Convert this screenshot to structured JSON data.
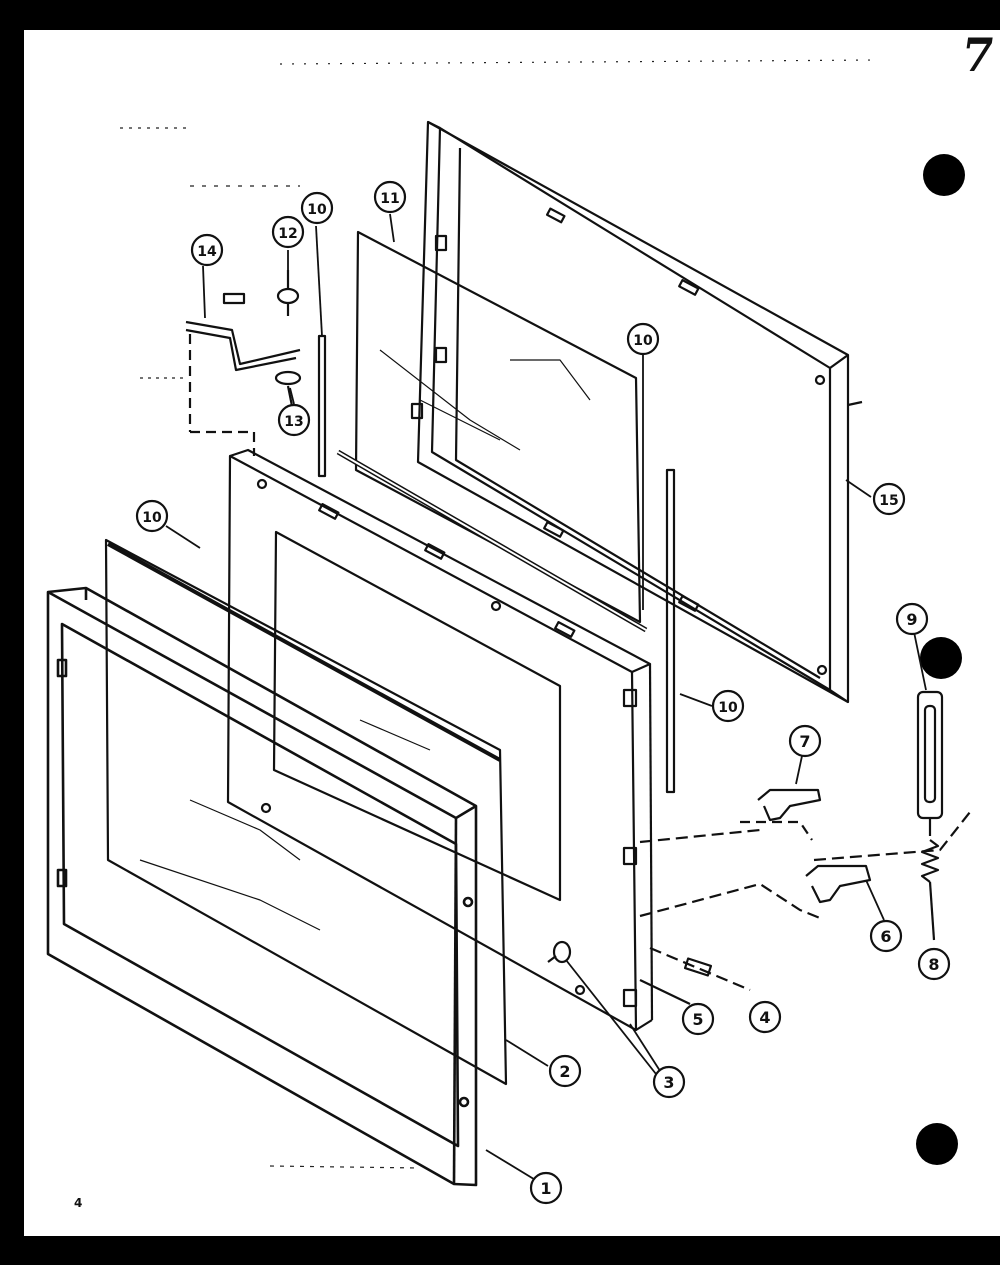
{
  "diagram": {
    "page_number": "4",
    "corner_mark": "7",
    "callouts": [
      {
        "id": "c1",
        "label": "1"
      },
      {
        "id": "c2",
        "label": "2"
      },
      {
        "id": "c3",
        "label": "3"
      },
      {
        "id": "c4",
        "label": "4"
      },
      {
        "id": "c5",
        "label": "5"
      },
      {
        "id": "c6",
        "label": "6"
      },
      {
        "id": "c7",
        "label": "7"
      },
      {
        "id": "c8",
        "label": "8"
      },
      {
        "id": "c9",
        "label": "9"
      },
      {
        "id": "c10a",
        "label": "10"
      },
      {
        "id": "c10b",
        "label": "10"
      },
      {
        "id": "c10c",
        "label": "10"
      },
      {
        "id": "c10d",
        "label": "10"
      },
      {
        "id": "c11",
        "label": "11"
      },
      {
        "id": "c12",
        "label": "12"
      },
      {
        "id": "c13",
        "label": "13"
      },
      {
        "id": "c14",
        "label": "14"
      },
      {
        "id": "c15",
        "label": "15"
      }
    ],
    "colors": {
      "paper": "#ffffff",
      "ink": "#111111",
      "frame": "#000000"
    }
  }
}
